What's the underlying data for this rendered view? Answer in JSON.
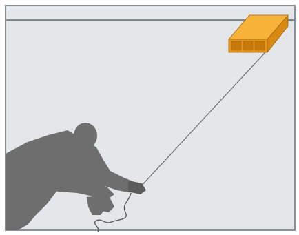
{
  "scene": {
    "kind": "wireless-access-point-installation-illustration",
    "elements": [
      "room-wall",
      "ceiling-line",
      "access-point-device",
      "signal-line",
      "crouching-person",
      "handheld-meter",
      "meter-cable"
    ]
  },
  "colors": {
    "wall_fill": "#e4e7ea",
    "frame_stroke": "#8a9099",
    "ceiling_line": "#7d8590",
    "device_top": "#f7b23a",
    "device_front": "#e6951c",
    "device_side": "#d88912",
    "device_slot": "#c9790a",
    "device_edge": "#a5650b",
    "signal_line": "#6f737a",
    "person_silhouette": "#6e6e6e",
    "cable": "#555a60",
    "outer_background": "#ffffff"
  }
}
